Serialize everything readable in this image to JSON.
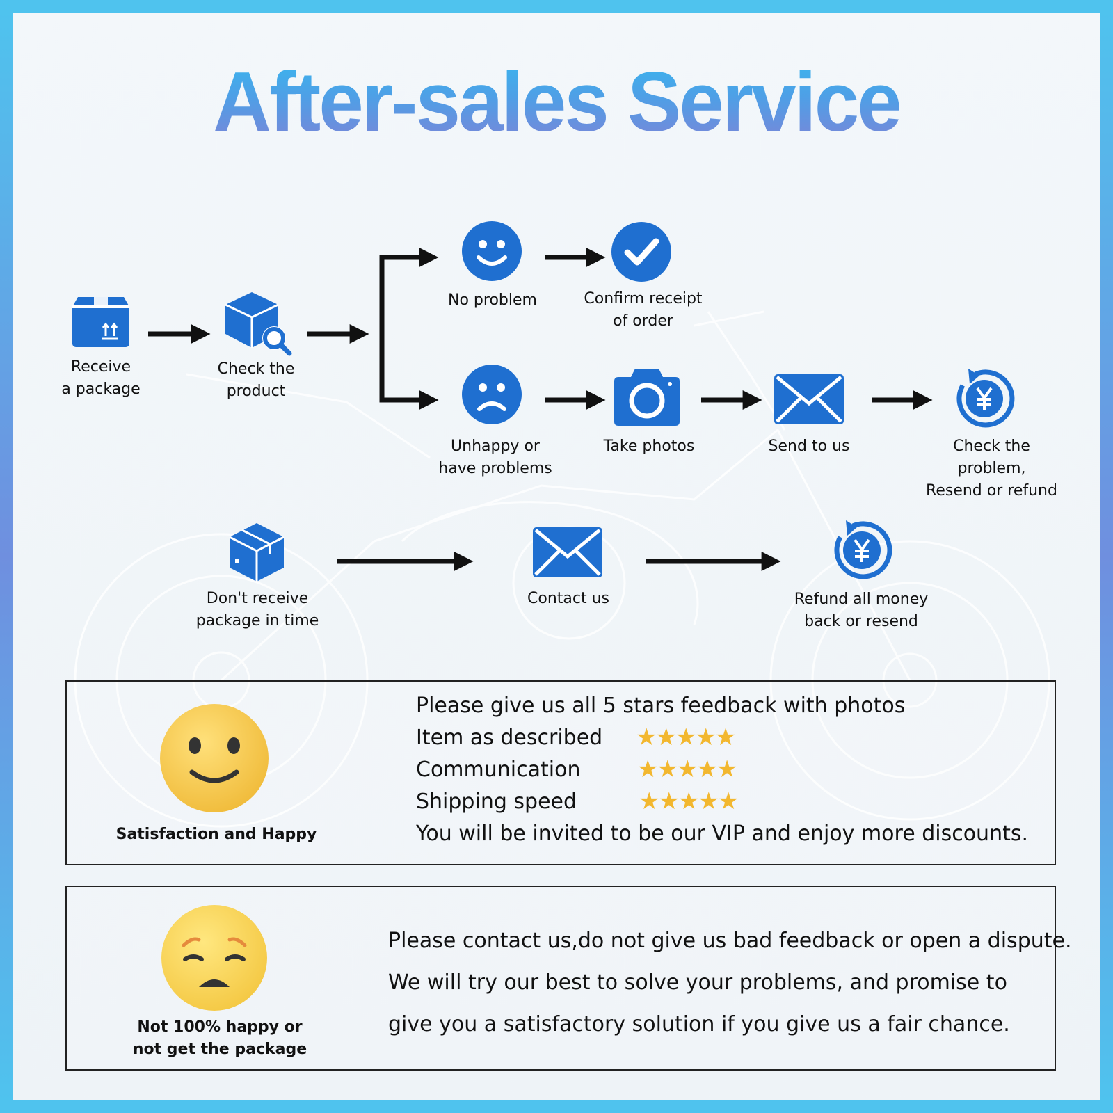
{
  "title": "After-sales Service",
  "colors": {
    "border": "#52c4ec",
    "icon_blue": "#1f6fd0",
    "arrow": "#111111",
    "star": "#f2b72f",
    "emoji_yellow": "#f6c94c"
  },
  "flow": {
    "receive": {
      "label": "Receive\na package",
      "icon": "box-icon"
    },
    "check": {
      "label": "Check the\nproduct",
      "icon": "cube-search-icon"
    },
    "no_problem": {
      "label": "No problem",
      "icon": "smiley-icon"
    },
    "confirm": {
      "label": "Confirm receipt\nof order",
      "icon": "check-circle-icon"
    },
    "unhappy": {
      "label": "Unhappy or\nhave problems",
      "icon": "sad-face-icon"
    },
    "photos": {
      "label": "Take photos",
      "icon": "camera-icon"
    },
    "send": {
      "label": "Send to us",
      "icon": "envelope-icon"
    },
    "check_problem": {
      "label": "Check the problem,\nResend or refund",
      "icon": "refund-icon"
    },
    "not_received": {
      "label": "Don't receive\npackage in time",
      "icon": "cube-icon"
    },
    "contact": {
      "label": "Contact us",
      "icon": "envelope-icon"
    },
    "refund": {
      "label": "Refund all money\nback or resend",
      "icon": "refund-icon"
    }
  },
  "happy": {
    "caption": "Satisfaction and Happy",
    "heading": "Please give us all 5 stars feedback with photos",
    "ratings": [
      {
        "label": "Item as described",
        "stars": "★★★★★"
      },
      {
        "label": "Communication",
        "stars": "★★★★★"
      },
      {
        "label": "Shipping speed",
        "stars": "★★★★★"
      }
    ],
    "footer": "You will be invited to be our VIP and enjoy more discounts."
  },
  "unhappy": {
    "caption": "Not 100% happy or\nnot get the package",
    "lines": [
      "Please contact us,do not give us bad feedback or open a dispute.",
      "We will try our best to solve your problems, and promise to",
      "give you a satisfactory solution if you give us a fair chance."
    ]
  }
}
